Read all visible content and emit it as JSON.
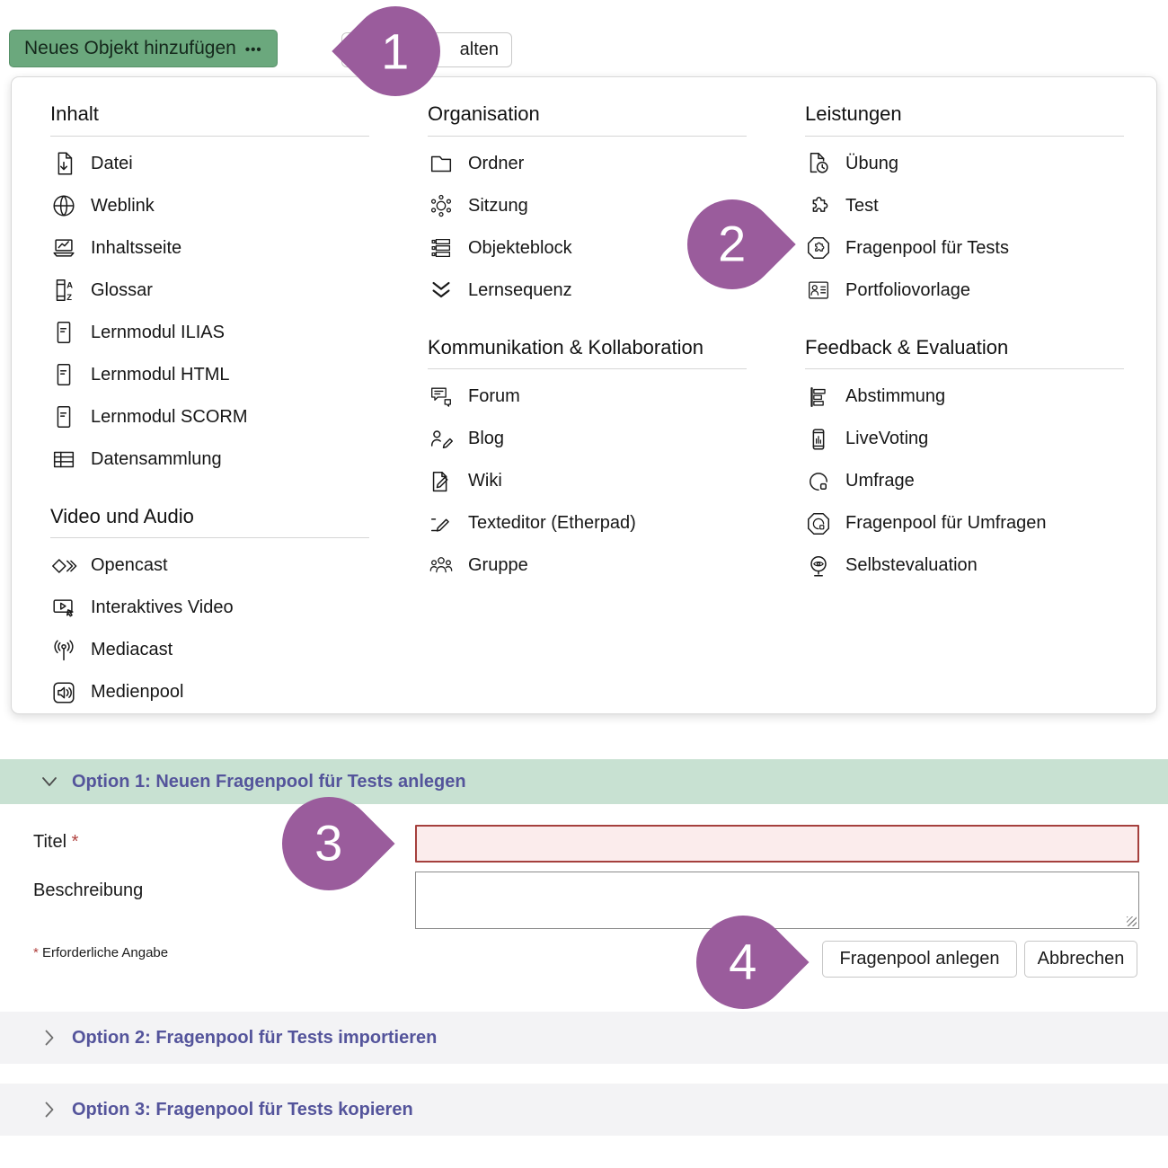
{
  "toolbar": {
    "add_object_button": "Neues Objekt hinzufügen",
    "add_object_ellipsis": "•••",
    "secondary_button_visible_text": "alten"
  },
  "menu": {
    "col1": {
      "s1": {
        "title": "Inhalt",
        "items": [
          {
            "icon": "file-download-icon",
            "label": "Datei"
          },
          {
            "icon": "globe-icon",
            "label": "Weblink"
          },
          {
            "icon": "content-page-icon",
            "label": "Inhaltsseite"
          },
          {
            "icon": "glossary-icon",
            "label": "Glossar"
          },
          {
            "icon": "learning-module-icon",
            "label": "Lernmodul ILIAS"
          },
          {
            "icon": "learning-module-icon",
            "label": "Lernmodul HTML"
          },
          {
            "icon": "learning-module-icon",
            "label": "Lernmodul SCORM"
          },
          {
            "icon": "data-table-icon",
            "label": "Datensammlung"
          }
        ]
      },
      "s2": {
        "title": "Video und Audio",
        "items": [
          {
            "icon": "opencast-icon",
            "label": "Opencast"
          },
          {
            "icon": "interactive-video-icon",
            "label": "Interaktives Video"
          },
          {
            "icon": "mediacast-icon",
            "label": "Mediacast"
          },
          {
            "icon": "mediapool-icon",
            "label": "Medienpool"
          }
        ]
      }
    },
    "col2": {
      "s1": {
        "title": "Organisation",
        "items": [
          {
            "icon": "folder-icon",
            "label": "Ordner"
          },
          {
            "icon": "session-icon",
            "label": "Sitzung"
          },
          {
            "icon": "object-block-icon",
            "label": "Objekteblock"
          },
          {
            "icon": "learning-sequence-icon",
            "label": "Lernsequenz"
          }
        ]
      },
      "s2": {
        "title": "Kommunikation & Kollabo­ration",
        "items": [
          {
            "icon": "forum-icon",
            "label": "Forum"
          },
          {
            "icon": "blog-icon",
            "label": "Blog"
          },
          {
            "icon": "wiki-icon",
            "label": "Wiki"
          },
          {
            "icon": "texteditor-icon",
            "label": "Texteditor (Etherpad)"
          },
          {
            "icon": "group-icon",
            "label": "Gruppe"
          }
        ]
      }
    },
    "col3": {
      "s1": {
        "title": "Leistungen",
        "items": [
          {
            "icon": "exercise-icon",
            "label": "Übung"
          },
          {
            "icon": "test-puzzle-icon",
            "label": "Test"
          },
          {
            "icon": "question-pool-test-icon",
            "label": "Fragenpool für Tests"
          },
          {
            "icon": "portfolio-template-icon",
            "label": "Portfoliovorlage"
          }
        ]
      },
      "s2": {
        "title": "Feedback & Evaluation",
        "items": [
          {
            "icon": "poll-icon",
            "label": "Abstimmung"
          },
          {
            "icon": "livevoting-icon",
            "label": "LiveVoting"
          },
          {
            "icon": "survey-icon",
            "label": "Umfrage"
          },
          {
            "icon": "question-pool-survey-icon",
            "label": "Fragenpool für Umfragen"
          },
          {
            "icon": "self-evaluation-icon",
            "label": "Selbstevaluation"
          }
        ]
      }
    }
  },
  "annotations": {
    "markers": [
      {
        "number": "1"
      },
      {
        "number": "2"
      },
      {
        "number": "3"
      },
      {
        "number": "4"
      }
    ]
  },
  "form": {
    "option1_header": "Option 1: Neuen Fragenpool für Tests anlegen",
    "title_label": "Titel",
    "required_marker": "*",
    "title_value": "",
    "description_label": "Beschreibung",
    "description_value": "",
    "required_note": "Erforderliche Angabe",
    "submit_button": "Fragenpool anlegen",
    "cancel_button": "Abbrechen"
  },
  "accordions": {
    "option2_header": "Option 2: Fragenpool für Tests importieren",
    "option3_header": "Option 3: Fragenpool für Tests kopieren"
  },
  "colors": {
    "primary_button_green": "#6BA87D",
    "option1_bar_green": "#C8E1D2",
    "accordion_bar_gray": "#F3F3F5",
    "accordion_text_purple": "#54549B",
    "marker_purple": "#9A5C9C",
    "error_red": "#A5403D"
  }
}
